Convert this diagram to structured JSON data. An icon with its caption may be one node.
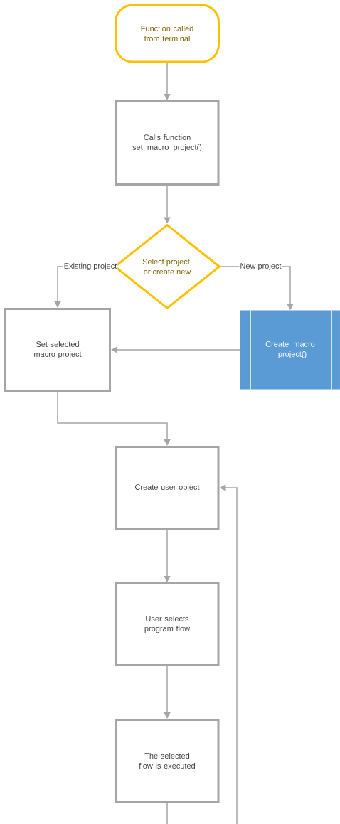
{
  "diagram": {
    "nodes": [
      {
        "text": [
          "Function called from terminal"
        ]
      },
      {
        "text": [
          "Calls function set_macro_project()"
        ]
      },
      {
        "text": [
          "Select project, or create new"
        ]
      },
      {
        "text": [
          "Set selected macro project"
        ]
      },
      {
        "text": [
          "Create_macro _project()"
        ]
      },
      {
        "text": [
          "Create user object"
        ]
      },
      {
        "text": [
          "User selects program flow"
        ]
      },
      {
        "text": [
          "The selected flow is executed"
        ]
      }
    ],
    "edges": [
      {
        "from": 0,
        "to": 1,
        "arrow": "to"
      },
      {
        "from": 1,
        "to": 2,
        "arrow": "to"
      },
      {
        "from": 2,
        "to": 3,
        "arrow": "to",
        "label": "Existing project"
      },
      {
        "from": 2,
        "to": 4,
        "arrow": "to",
        "label": "New project"
      },
      {
        "from": 4,
        "to": 3,
        "arrow": "to"
      },
      {
        "from": 3,
        "to": 5,
        "arrow": "to"
      },
      {
        "from": 5,
        "to": 6,
        "arrow": "to"
      },
      {
        "from": 6,
        "to": 7,
        "arrow": "to"
      },
      {
        "from": 7,
        "to": 5,
        "arrow": "to"
      }
    ]
  }
}
